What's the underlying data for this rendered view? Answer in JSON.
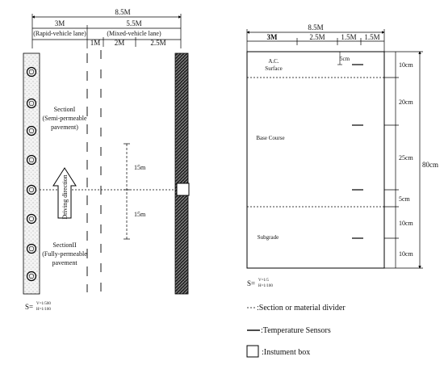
{
  "plan": {
    "dims": {
      "total": "8.5M",
      "rapid": "3M",
      "mixed": "5.5M",
      "rapid_label": "(Rapid-vehicle lane)",
      "mixed_label": "(Mixed-vehicle lane)",
      "sub1": "1M",
      "sub2": "2M",
      "sub3": "2.5M"
    },
    "section1": [
      "SectionI",
      "(Semi-permeable",
      "pavement)"
    ],
    "section2": [
      "SectionII",
      "(Fully-permeable",
      "pavement"
    ],
    "driving": "Driving direction",
    "upper_dist": "15m",
    "lower_dist": "15m",
    "scale": {
      "s": "S=",
      "v": "V=1/500",
      "h": "H=1/100"
    }
  },
  "section": {
    "dims": {
      "total": "8.5M",
      "d1": "3M",
      "d2": "2.5M",
      "d3": "1.5M",
      "d4": "1.5M"
    },
    "layers": {
      "surface": [
        "A.C.",
        "Surface"
      ],
      "base": "Base Course",
      "subgrade": "Subgrade"
    },
    "small_gap": "5cm",
    "thickness_labels": [
      "10cm",
      "20cm",
      "25cm",
      "5cm",
      "10cm",
      "10cm"
    ],
    "total_depth": "80cm",
    "scale": {
      "s": "S=",
      "v": "V=1/5",
      "h": "H=1/100"
    }
  },
  "legend": {
    "divider": ":Section or material divider",
    "sensors": ":Temperature Sensors",
    "box": ":Instument box"
  }
}
